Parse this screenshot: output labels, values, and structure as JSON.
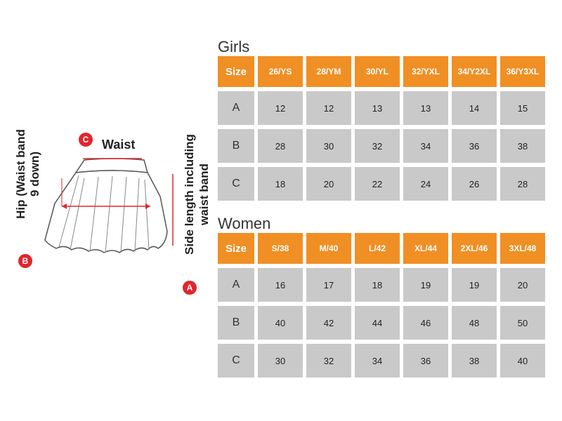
{
  "diagram": {
    "waist": {
      "badge": "C",
      "label": "Waist"
    },
    "hip": {
      "badge": "B",
      "label_line1": "Hip (Waist band",
      "label_line2": "9 down)"
    },
    "side": {
      "badge": "A",
      "label_line1": "Side length including",
      "label_line2": "waist band"
    },
    "colors": {
      "badge": "#e0262c",
      "measure_line": "#e0262c",
      "skirt_outline": "#555555"
    }
  },
  "girls": {
    "title": "Girls",
    "header": [
      "Size",
      "26/YS",
      "28/YM",
      "30/YL",
      "32/YXL",
      "34/Y2XL",
      "36/Y3XL"
    ],
    "rows": [
      [
        "A",
        "12",
        "12",
        "13",
        "13",
        "14",
        "15"
      ],
      [
        "B",
        "28",
        "30",
        "32",
        "34",
        "36",
        "38"
      ],
      [
        "C",
        "18",
        "20",
        "22",
        "24",
        "26",
        "28"
      ]
    ]
  },
  "women": {
    "title": "Women",
    "header": [
      "Size",
      "S/38",
      "M/40",
      "L/42",
      "XL/44",
      "2XL/46",
      "3XL/48"
    ],
    "rows": [
      [
        "A",
        "16",
        "17",
        "18",
        "19",
        "19",
        "20"
      ],
      [
        "B",
        "40",
        "42",
        "44",
        "46",
        "48",
        "50"
      ],
      [
        "C",
        "30",
        "32",
        "34",
        "36",
        "38",
        "40"
      ]
    ]
  },
  "colors": {
    "header_bg": "#f08f24",
    "header_text": "#ffffff",
    "cell_bg": "#c9c9c9"
  }
}
